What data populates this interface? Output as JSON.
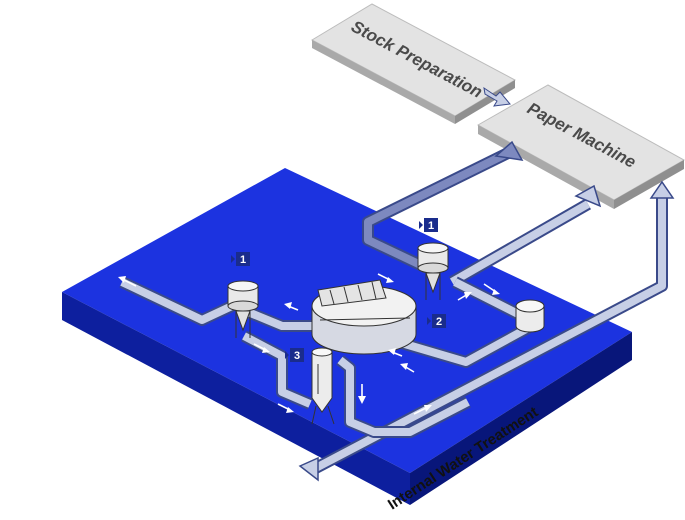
{
  "boxes": {
    "stock_preparation": "Stock Preparation",
    "paper_machine": "Paper Machine"
  },
  "platform": {
    "label": "Internal Water Treatment"
  },
  "badges": {
    "b1_left": "1",
    "b1_right": "1",
    "b2": "2",
    "b3": "3"
  },
  "colors": {
    "platform_top": "#1c33e0",
    "platform_side": "#0a1a8a",
    "pipe_outline": "#3a4a8a",
    "pipe_fill": "#c7cfe6",
    "box_fill": "#dcdcdc",
    "badge": "#1a2c8c"
  }
}
